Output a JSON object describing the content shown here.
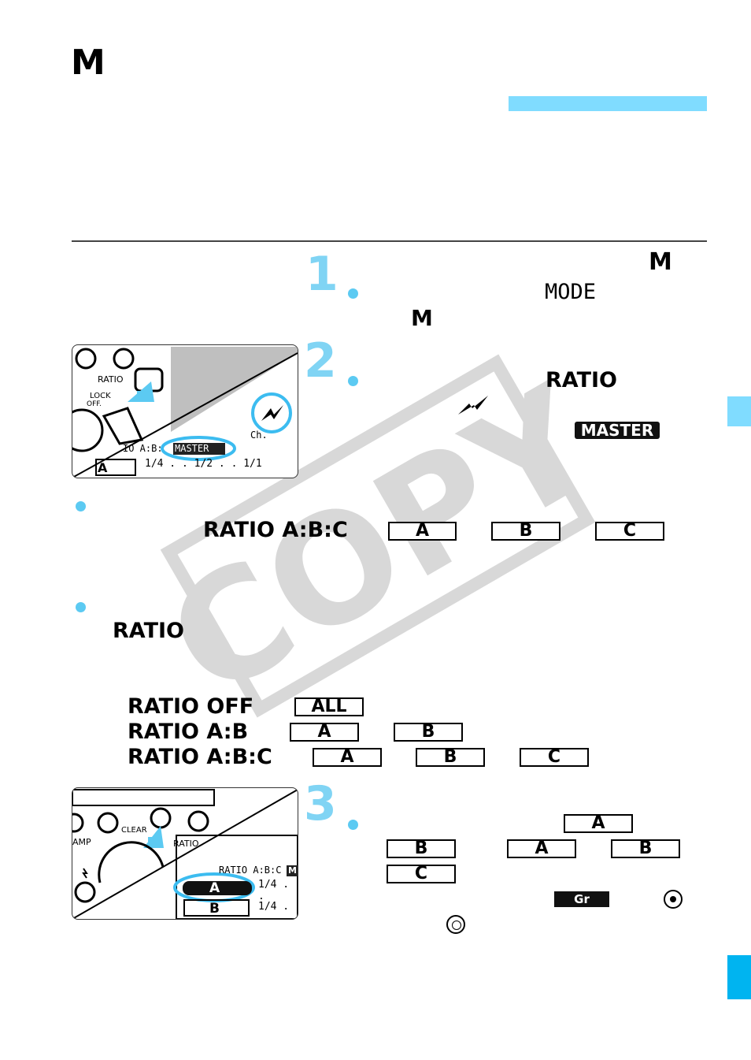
{
  "title": "M",
  "steps": [
    {
      "number": "1",
      "heading_m": "M",
      "bullet_mode": "MODE",
      "bullet_m": "M"
    },
    {
      "number": "2",
      "bullet_ratio": "RATIO",
      "master_badge": "MASTER"
    },
    {
      "number": "3",
      "box_a": "A",
      "box_b": "B",
      "box_a2": "A",
      "box_b2": "B",
      "box_c": "C",
      "gr_badge": "Gr"
    }
  ],
  "notes": {
    "ratio_abc_label": "RATIO A:B:C",
    "group_a": "A",
    "group_b": "B",
    "group_c": "C",
    "ratio_label": "RATIO"
  },
  "ratio_table": [
    {
      "mode": "RATIO OFF",
      "groups": [
        "ALL"
      ]
    },
    {
      "mode": "RATIO A:B",
      "groups": [
        "A",
        "B"
      ]
    },
    {
      "mode": "RATIO A:B:C",
      "groups": [
        "A",
        "B",
        "C"
      ]
    }
  ],
  "illustration1": {
    "ratio_label": "RATIO",
    "lock_label": "LOCK",
    "off_label": "OFF.",
    "master_lcd": "MASTER",
    "ratio_lcd": "IO A:B:",
    "ch_label": "Ch.",
    "group_a": "A",
    "scale": "1/4 . . 1/2 . . 1/1"
  },
  "illustration2": {
    "clear_label": "CLEAR",
    "amp_label": "AMP",
    "ratio_label": "RATIO",
    "ratio_lcd": "RATIO A:B:C",
    "mode_lcd": "M",
    "group_a": "A",
    "group_b": "B",
    "value_a": "1/4 . .",
    "value_b": "1/4 . ."
  },
  "watermark": "COPY",
  "colors": {
    "accent": "#5ccaf2",
    "tab": "#00b4f0",
    "highlight": "#80dcff"
  }
}
